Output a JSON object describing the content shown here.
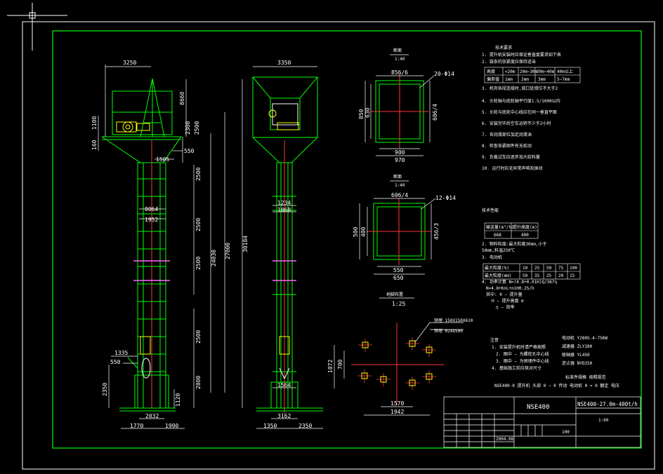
{
  "drawing": {
    "title": "NSE400",
    "model": "NSE400-27.0m-400t/h",
    "date": "2004.08",
    "scale": "1:60",
    "weight": "100"
  },
  "front_view_dims": {
    "top_width": "3250",
    "left_h1": "1100",
    "left_h2": "160",
    "right_top": "8660",
    "right_2300": "2300",
    "right_2500a": "2500",
    "w550": "550",
    "w1505": "1505",
    "h2500b": "2500",
    "w8064": "8064",
    "w1952": "1952",
    "h2500c": "2500",
    "h2500d": "2500",
    "h2500e": "2500",
    "h2800": "2800",
    "total_h1": "24030",
    "total_h2": "27000",
    "total_h3": "30184",
    "b1335": "1335",
    "b550": "550",
    "b2350": "2350",
    "b2032": "2032",
    "b1770": "1770",
    "b1990": "1990",
    "b1120": "1120"
  },
  "side_view_dims": {
    "top_width": "3350",
    "w1234": "1234",
    "w1068": "1068",
    "w1564": "1564",
    "w3162": "3162",
    "b1350": "1350",
    "b2350": "2350"
  },
  "section_a": {
    "label": "断面",
    "sub": "1:40",
    "top": "856/6",
    "bolt": "20-Φ14",
    "left1": "850",
    "left2": "630",
    "right": "606/4",
    "bottom1": "900",
    "bottom2": "970"
  },
  "section_b": {
    "label": "断面",
    "sub": "1:40",
    "top": "606/4",
    "bolt": "12-Φ14",
    "left1": "500",
    "left2": "400",
    "right": "456/3",
    "bottom1": "550",
    "bottom2": "650"
  },
  "foundation": {
    "label": "地脚布置",
    "sub": "1:25",
    "note1": "预埋 150X150X610",
    "note2": "预埋 M24X500",
    "left1": "1072",
    "left2": "700",
    "bottom1": "1570",
    "bottom2": "1942"
  },
  "tech_notes": {
    "title": "技术要求",
    "lines": [
      "1. 提升机安装时应保证垂直度要求如下表",
      "2. 链条的张紧度应保持适当",
      "3. 机壳各段连接时,接口处错位不大于2",
      "4. 头轮轴与底轮轴平行度1.5/1000以内",
      "5. 头轮与底轮中心线应在同一垂直平面",
      "6. 安装完毕后空车运转不少于2小时",
      "7. 各润滑部位加足润滑油",
      "8. 检查各紧固件有无松动",
      "9. 负载试车应逐步加大给料量",
      "10. 运行时应无异常声响及振动"
    ],
    "table_headers": [
      "高度",
      "<20m",
      "20m~30m",
      "30m~40m",
      "40m以上"
    ],
    "table_values": [
      "偏差值",
      "1mm",
      "2mm",
      "3mm",
      "5~7mm"
    ]
  },
  "perf_notes": {
    "title": "技术性能",
    "row_headers": [
      "输送量(m³/h)",
      "提升高度(m)"
    ],
    "row_values": [
      "668",
      "400"
    ],
    "line2": "2. 物料粒度:最大粒度30mm,小于",
    "line2b": "50mm,料温250℃",
    "line3": "3. 电动机",
    "grid_headers": [
      "最大粒度(%)",
      "10",
      "25",
      "50",
      "75",
      "100"
    ],
    "grid_values": [
      "最大粒度(mm)",
      "50",
      "35",
      "25",
      "20",
      "15"
    ],
    "line4": "4. 功率计算 N=(4.8+0.01H)Q/367η",
    "formula": "N=4.8+KnL+n1H0.25/h",
    "f1": "其中: 0 — 提升量",
    "f2": "H — 提升高度 m",
    "f3": "η — 效率"
  },
  "right_notes": {
    "motor": "电动机 Y280S-4-75KW",
    "reducer": "减速器 ZLY280",
    "coupling": "联轴器 YL450",
    "backstop": "逆止器 NYD250",
    "note": "NSE400-0 提升机 头部 0 ~ 0 传动 电动机 0 = 0 额定 电压"
  },
  "lower_notes": {
    "title": "注意",
    "l1": "1. 安装提升机时请严格按照",
    "l2": "2. 图中 — 为螺栓孔中心线",
    "l3": "3. 图中 — 为预埋件中心线",
    "l4": "4. 基础施工前应核对尺寸"
  },
  "extra_label": "标准件规格 按照规范"
}
